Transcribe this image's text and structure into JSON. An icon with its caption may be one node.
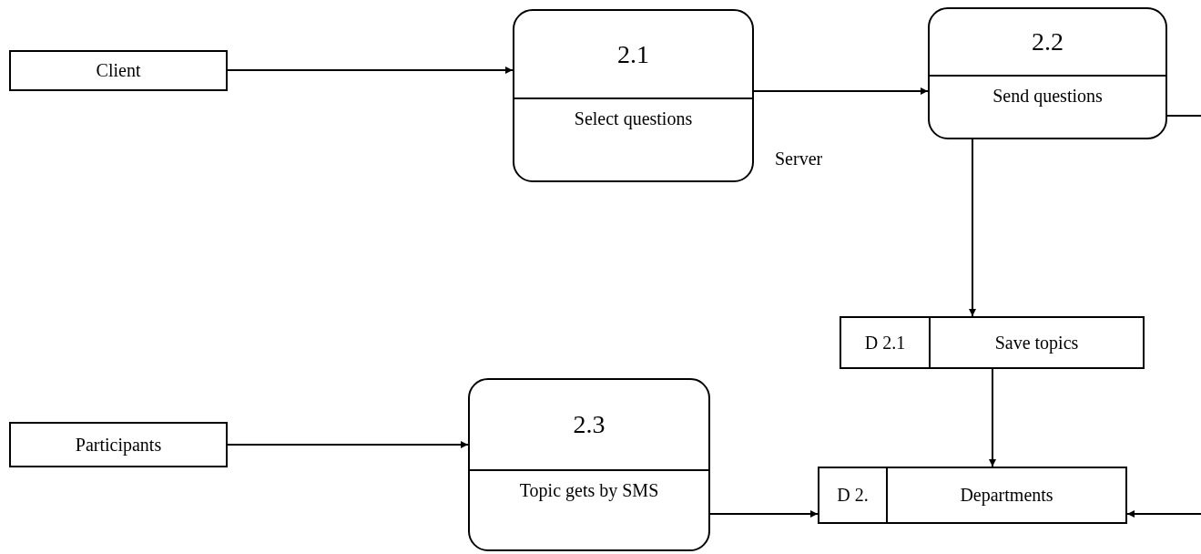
{
  "diagram": {
    "nodes": [
      {
        "text": [
          "Client"
        ]
      },
      {
        "text": [
          "2.1",
          "Select questions"
        ]
      },
      {
        "text": [
          "2.2",
          "Send questions"
        ]
      },
      {
        "text": [
          "D 2.1",
          "Save topics"
        ]
      },
      {
        "text": [
          "Participants"
        ]
      },
      {
        "text": [
          "2.3",
          "Topic gets by SMS"
        ]
      },
      {
        "text": [
          "D 2.",
          "Departments"
        ]
      }
    ],
    "edges": [
      {
        "from": 0,
        "to": 1,
        "arrow": "to"
      },
      {
        "from": 1,
        "to": 2,
        "arrow": "to",
        "label": "Server"
      },
      {
        "from": 2,
        "to": null,
        "arrow": "none"
      },
      {
        "from": 2,
        "to": 3,
        "arrow": "to"
      },
      {
        "from": 3,
        "to": 6,
        "arrow": "to"
      },
      {
        "from": 4,
        "to": 5,
        "arrow": "to"
      },
      {
        "from": 5,
        "to": 6,
        "arrow": "to"
      },
      {
        "from": null,
        "to": 6,
        "arrow": "to"
      }
    ]
  }
}
